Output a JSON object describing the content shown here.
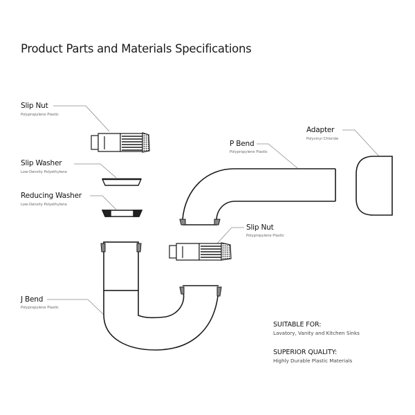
{
  "title": "Product Parts and Materials Specifications",
  "parts": [
    {
      "id": "slip-nut-top",
      "name": "Slip Nut",
      "material": "Polypropylene Plastic"
    },
    {
      "id": "slip-washer",
      "name": "Slip Washer",
      "material": "Low-Density Polyethylene"
    },
    {
      "id": "reducing-washer",
      "name": "Reducing Washer",
      "material": "Low-Density Polyethylene"
    },
    {
      "id": "p-bend",
      "name": "P Bend",
      "material": "Polypropylene Plastic"
    },
    {
      "id": "adapter",
      "name": "Adapter",
      "material": "Polyvinyl Chloride"
    },
    {
      "id": "slip-nut-bottom",
      "name": "Slip Nut",
      "material": "Polypropylene Plastic"
    },
    {
      "id": "j-bend",
      "name": "J Bend",
      "material": "Polypropylene Plastic"
    }
  ],
  "info": [
    {
      "heading": "SUITABLE FOR:",
      "text": "Lavatory, Vanity and Kitchen Sinks"
    },
    {
      "heading": "SUPERIOR QUALITY:",
      "text": "Highly Durable Plastic Materials"
    }
  ],
  "colors": {
    "line": "#1a1a1a",
    "leader": "#8a8a8a",
    "text": "#111111",
    "subtext": "#666666"
  }
}
